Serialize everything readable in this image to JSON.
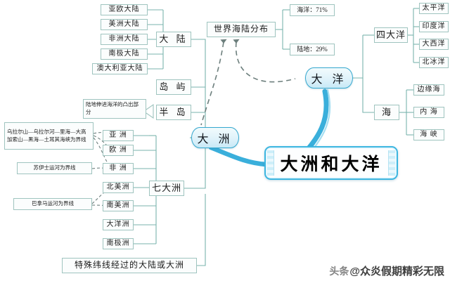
{
  "title": "大洲和大洋",
  "colors": {
    "leaf_border": "#9fc4bf",
    "main_accent": "#35a8cf",
    "central_accent": "#3cb6e0",
    "connector_solid": "#79b3ae",
    "connector_dashed": "#6d7f7d",
    "ribbon": "#29a8d8"
  },
  "central_node": {
    "label": "大洲和大洋"
  },
  "main_nodes": {
    "continents": {
      "label": "大 洲"
    },
    "oceans": {
      "label": "大 洋"
    }
  },
  "distribution": {
    "label": "世界海陆分布",
    "items": [
      {
        "label": "海洋：71%",
        "name": "ocean",
        "value": 71
      },
      {
        "label": "陆地：29%",
        "name": "land",
        "value": 29
      }
    ]
  },
  "continents_branch": {
    "mainland": {
      "label": "大 陆",
      "items": [
        {
          "label": "亚欧大陆"
        },
        {
          "label": "美洲大陆"
        },
        {
          "label": "非洲大陆"
        },
        {
          "label": "南极大陆"
        },
        {
          "label": "澳大利亚大陆"
        }
      ]
    },
    "islands": {
      "label": "岛 屿"
    },
    "peninsula": {
      "label": "半 岛",
      "note": "陆地伸进海洋的凸出部分"
    },
    "seven": {
      "label": "七大洲",
      "items": [
        {
          "label": "亚 洲"
        },
        {
          "label": "欧 洲"
        },
        {
          "label": "非 洲"
        },
        {
          "label": "北美洲"
        },
        {
          "label": "南美洲"
        },
        {
          "label": "大洋洲"
        },
        {
          "label": "南极洲"
        }
      ],
      "notes": [
        {
          "label": "乌拉尔山—乌拉尔河—里海—大高加索山—黑海—土耳其海峡为界线"
        },
        {
          "label": "苏伊士运河为界线"
        },
        {
          "label": "巴拿马运河为界线"
        }
      ]
    },
    "special": {
      "label": "特殊纬线经过的大陆或大洲"
    }
  },
  "oceans_branch": {
    "four_oceans": {
      "label": "四大洋",
      "items": [
        {
          "label": "太平洋"
        },
        {
          "label": "印度洋"
        },
        {
          "label": "大西洋"
        },
        {
          "label": "北冰洋"
        }
      ]
    },
    "sea": {
      "label": "海",
      "items": [
        {
          "label": "边缘海"
        },
        {
          "label": "内 海"
        },
        {
          "label": "海 峡"
        }
      ]
    }
  },
  "watermark": {
    "prefix": "头条",
    "handle": "@众炎假期精彩无限"
  }
}
